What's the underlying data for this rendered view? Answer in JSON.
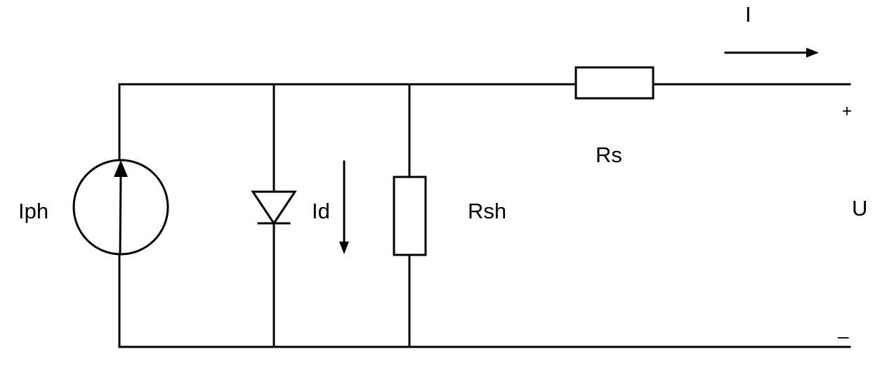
{
  "labels": {
    "iph": "Iph",
    "id": "Id",
    "rsh": "Rsh",
    "rs": "Rs",
    "current": "I",
    "voltage": "U",
    "plus": "+",
    "minus": "–"
  }
}
